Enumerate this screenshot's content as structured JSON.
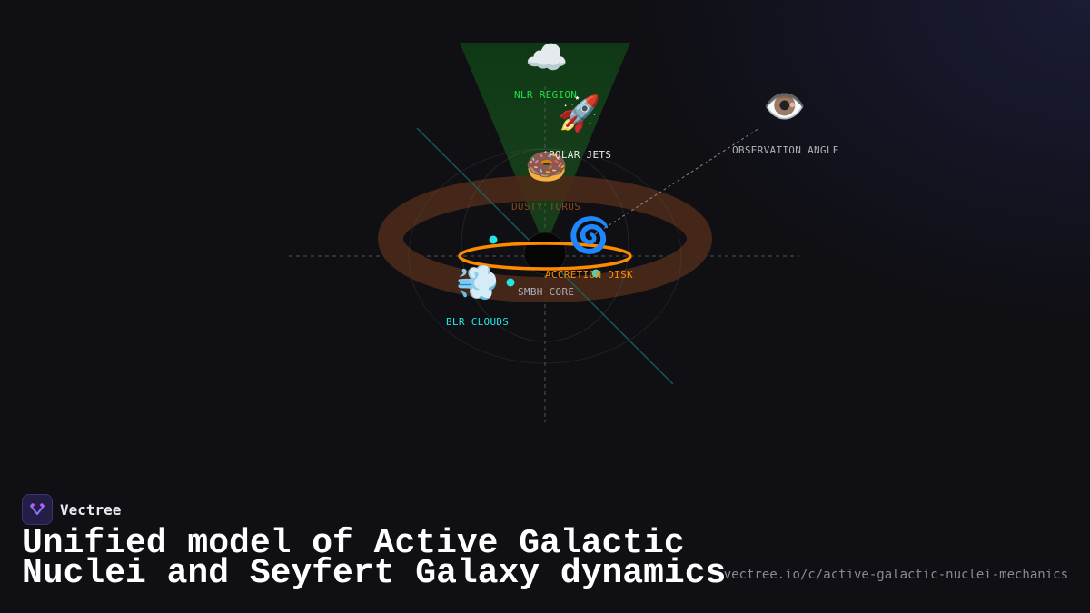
{
  "diagram": {
    "labels": {
      "nlr": "NLR REGION",
      "jets": "POLAR JETS",
      "torus": "DUSTY TORUS",
      "disk": "ACCRETION DISK",
      "core": "SMBH CORE",
      "blr": "BLR CLOUDS",
      "observation": "OBSERVATION ANGLE"
    },
    "icons": {
      "nlr": "☁️",
      "jets": "🚀",
      "torus": "🍩",
      "disk": "🌀",
      "blr": "💨",
      "observer": "👁️"
    },
    "colors": {
      "nlr": "#22dd44",
      "torus": "#8a4a22",
      "disk": "#ff8a00",
      "blr": "#22e5e5",
      "jets": "#e8e8e8",
      "observation": "#b0b0b8"
    }
  },
  "brand": {
    "name": "Vectree"
  },
  "title": "Unified model of Active Galactic Nuclei and Seyfert Galaxy dynamics",
  "url": "vectree.io/c/active-galactic-nuclei-mechanics"
}
